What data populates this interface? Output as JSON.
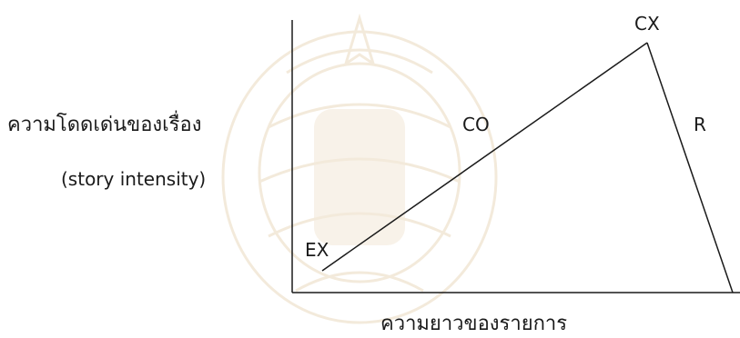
{
  "diagram": {
    "y_axis_label_th": "ความโดดเด่นของเรื่อง",
    "y_axis_label_en": "(story intensity)",
    "x_axis_label_th": "ความยาวของรายการ",
    "points": {
      "exposition": "EX",
      "complication": "CO",
      "climax": "CX",
      "resolution": "R"
    },
    "line_color": "#1a1a1a",
    "watermark_color": "#e8d9c2"
  }
}
